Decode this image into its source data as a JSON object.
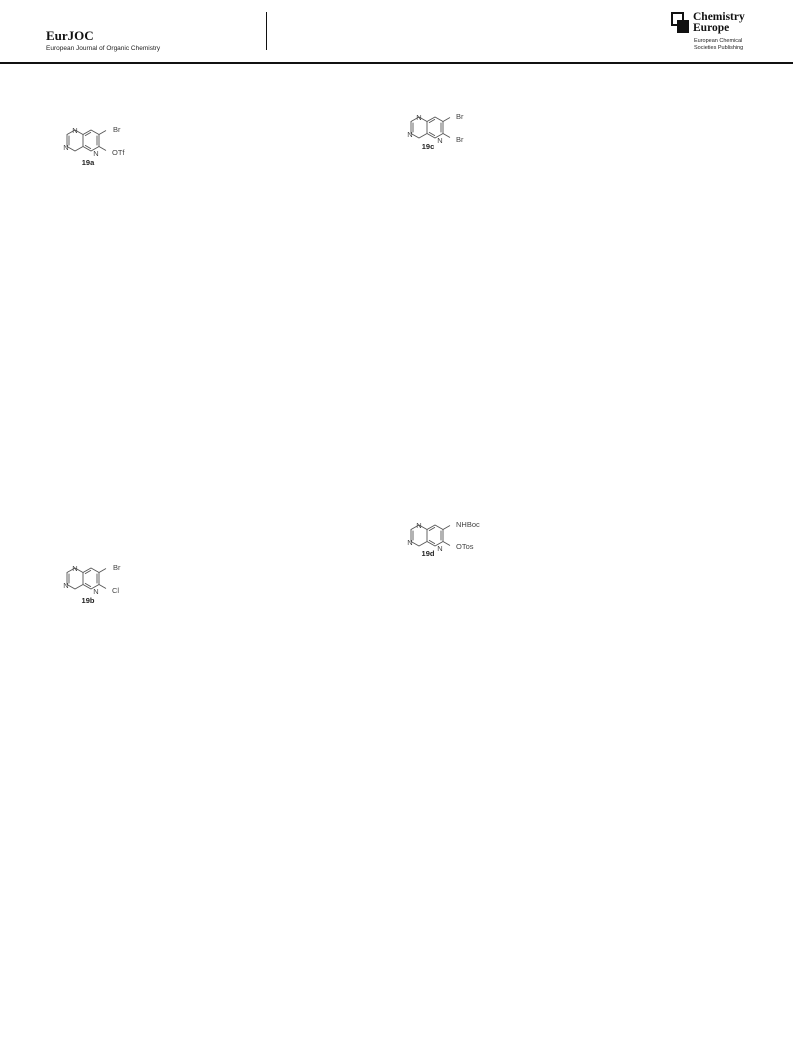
{
  "header": {
    "journal_title": "EurJOC",
    "journal_subtitle": "European Journal of Organic Chemistry",
    "brand_line1": "Chemistry",
    "brand_line2": "Europe",
    "publisher_line1": "European Chemical",
    "publisher_line2": "Societies Publishing"
  },
  "structures": [
    {
      "id": "19a",
      "atoms": {
        "n1": "N",
        "n3": "N",
        "n5": "N",
        "sub7": "Br",
        "sub6": "OTf"
      }
    },
    {
      "id": "19c",
      "atoms": {
        "n1": "N",
        "n3": "N",
        "n5": "N",
        "sub7": "Br",
        "sub6": "Br"
      }
    },
    {
      "id": "19b",
      "atoms": {
        "n1": "N",
        "n3": "N",
        "n5": "N",
        "sub7": "Br",
        "sub6": "Cl"
      }
    },
    {
      "id": "19d",
      "atoms": {
        "n1": "N",
        "n3": "N",
        "n5": "N",
        "sub7": "NHBoc",
        "sub6": "OTos"
      }
    }
  ]
}
